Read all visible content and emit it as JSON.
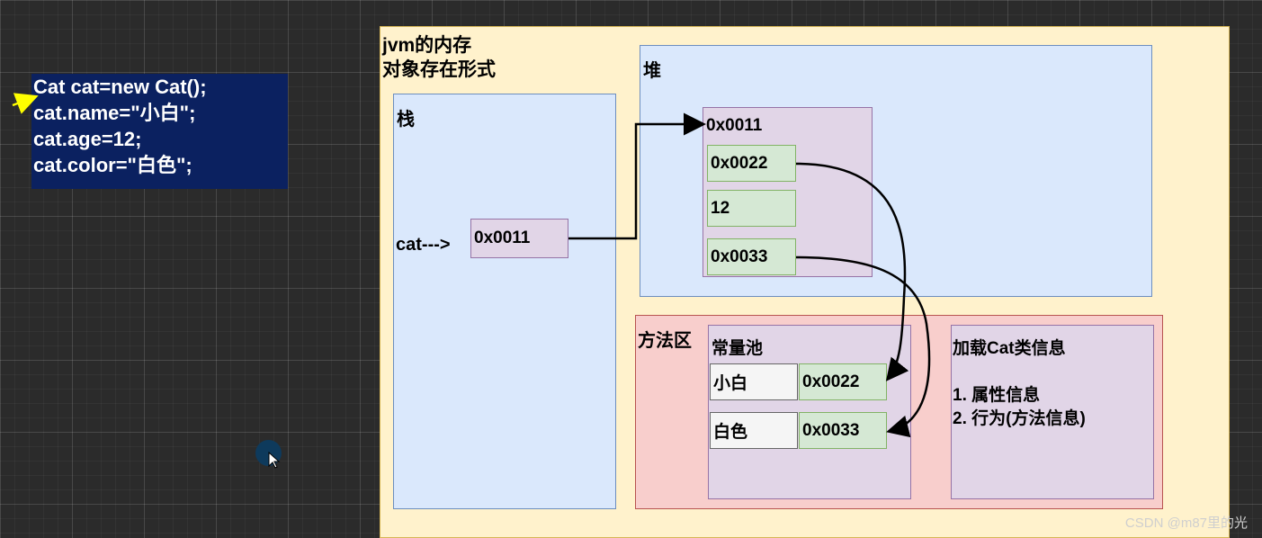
{
  "code": {
    "lines": [
      "Cat cat=new Cat();",
      "cat.name=\"小白\";",
      "cat.age=12;",
      "cat.color=\"白色\";"
    ]
  },
  "jvm": {
    "title_line1": "jvm的内存",
    "title_line2": "对象存在形式"
  },
  "stack": {
    "label": "栈",
    "var_label": "cat--->",
    "var_value": "0x0011"
  },
  "heap": {
    "label": "堆",
    "object_address": "0x0011",
    "fields": [
      "0x0022",
      "12",
      "0x0033"
    ]
  },
  "method_area": {
    "label": "方法区",
    "constant_pool": {
      "label": "常量池",
      "entries": [
        {
          "text": "小白",
          "address": "0x0022"
        },
        {
          "text": "白色",
          "address": "0x0033"
        }
      ]
    },
    "class_info": {
      "title": "加载Cat类信息",
      "items": [
        "1. 属性信息",
        "2. 行为(方法信息)"
      ]
    }
  },
  "watermark": "CSDN @m87里的光",
  "colors": {
    "code_bg": "#0b2160",
    "jvm_bg": "#fff2cc",
    "stack_heap_bg": "#dae8fc",
    "object_bg": "#e1d5e7",
    "field_bg": "#d5e8d4",
    "method_area_bg": "#f8cecc",
    "pointer_arrow": "#ffff00"
  }
}
